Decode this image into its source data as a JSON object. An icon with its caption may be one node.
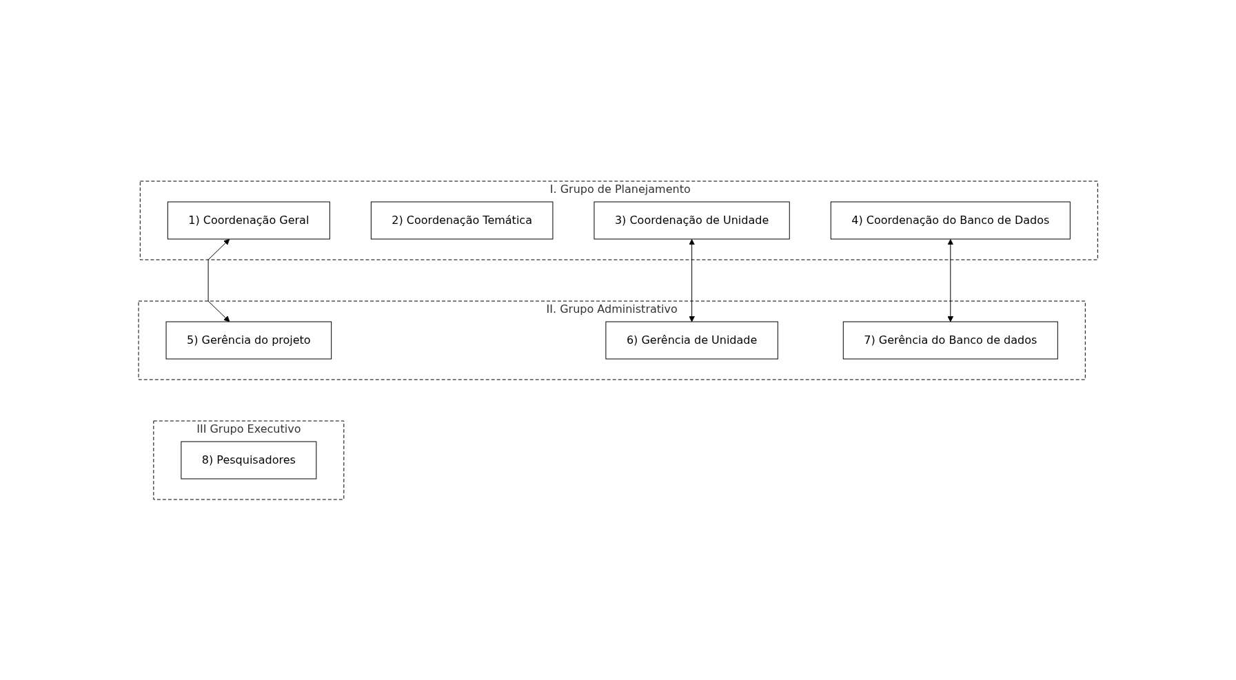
{
  "diagram": {
    "nodes": [
      {
        "text": [
          "I. Grupo de Planejamento"
        ]
      },
      {
        "text": [
          "1) Coordenação Geral"
        ],
        "in": 0
      },
      {
        "text": [
          "2) Coordenação Temática"
        ],
        "in": 0
      },
      {
        "text": [
          "3) Coordenação de Unidade"
        ],
        "in": 0
      },
      {
        "text": [
          "4) Coordenação do Banco de Dados"
        ],
        "in": 0
      },
      {
        "text": [
          "II. Grupo Administrativo"
        ]
      },
      {
        "text": [
          "5) Gerência do projeto"
        ],
        "in": 5
      },
      {
        "text": [
          "6) Gerência de Unidade"
        ],
        "in": 5
      },
      {
        "text": [
          "7) Gerência do Banco de dados"
        ],
        "in": 5
      },
      {
        "text": [
          "III Grupo Executivo"
        ]
      },
      {
        "text": [
          "8) Pesquisadores"
        ],
        "in": 9
      }
    ],
    "edges": [
      {
        "from": 1,
        "to": 6,
        "arrow": "both"
      },
      {
        "from": 3,
        "to": 7,
        "arrow": "both"
      },
      {
        "from": 4,
        "to": 8,
        "arrow": "both"
      }
    ]
  }
}
